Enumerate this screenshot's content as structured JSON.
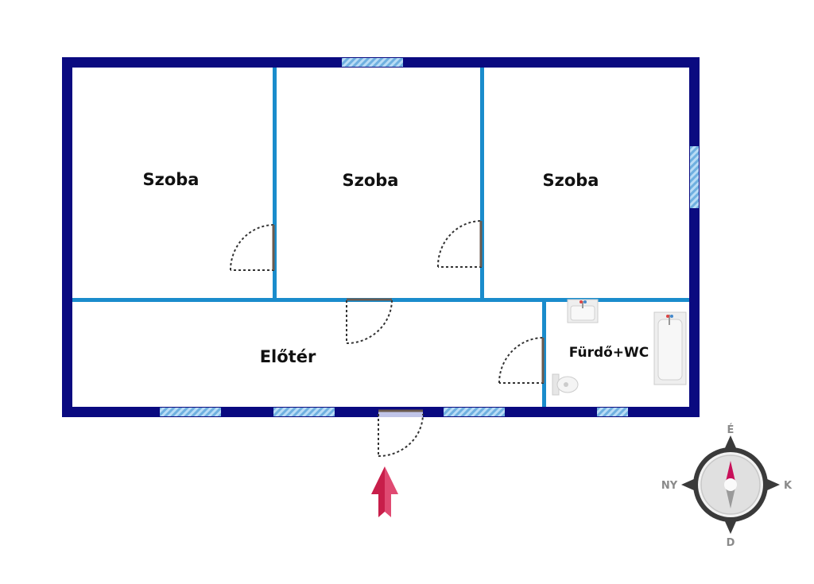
{
  "rooms": [
    {
      "label": "Szoba"
    },
    {
      "label": "Szoba"
    },
    {
      "label": "Szoba"
    },
    {
      "label": "Előtér"
    },
    {
      "label": "Fürdő+WC"
    }
  ],
  "compass": {
    "north": "É",
    "south": "D",
    "east": "K",
    "west": "NY"
  },
  "colors": {
    "outer_wall": "#0a0a80",
    "inner_wall": "#1a8ccc",
    "window": "#8ec3ea",
    "door_leaf": "#6b5a4e",
    "entrance_arrow": "#d02450",
    "compass_needle": "#c8105a"
  }
}
